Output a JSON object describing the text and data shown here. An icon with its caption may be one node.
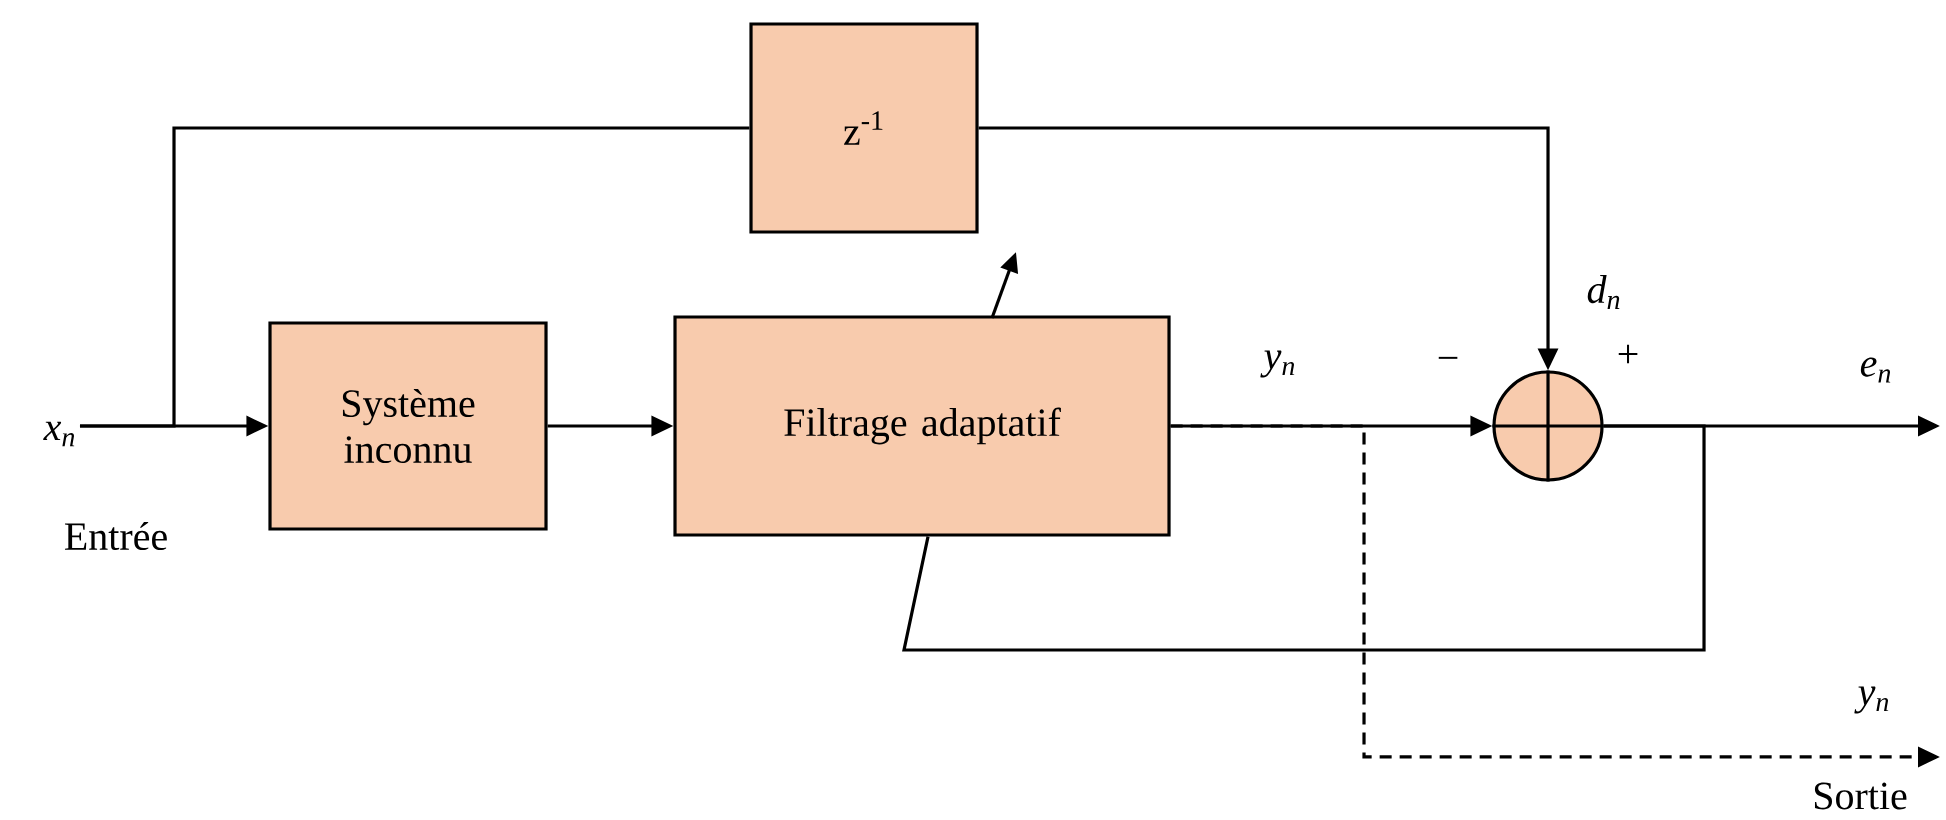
{
  "diagram": {
    "nodes": [
      {
        "text": [
          "x$_{n}$"
        ],
        "beside": [
          "Entrée"
        ]
      },
      {
        "text": [
          "Système inconnu"
        ]
      },
      {
        "text": [
          "Filtrage adaptatif"
        ]
      },
      {
        "text": [
          "z$^{-1}$"
        ]
      },
      {
        "text": [],
        "shape": "circle",
        "beside": [
          "−",
          "+"
        ]
      },
      {
        "text": [
          "Sortie"
        ]
      }
    ],
    "edges": [
      {
        "from": 0,
        "to": 1,
        "arrow": "to"
      },
      {
        "from": 0,
        "to": 3,
        "arrow": "none"
      },
      {
        "from": 1,
        "to": 2,
        "arrow": "to"
      },
      {
        "from": 2,
        "to": 4,
        "arrow": "to",
        "label": "y$_{n}$"
      },
      {
        "from": 3,
        "to": 4,
        "arrow": "to",
        "label": "d$_{n}$"
      },
      {
        "from": 4,
        "to": null,
        "arrow": "to",
        "label": "e$_{n}$"
      },
      {
        "from": 4,
        "to": 2,
        "arrow": "none"
      },
      {
        "from": 2,
        "to": 5,
        "arrow": "to",
        "label": "y$_{n}$",
        "style": "dashed"
      }
    ]
  }
}
